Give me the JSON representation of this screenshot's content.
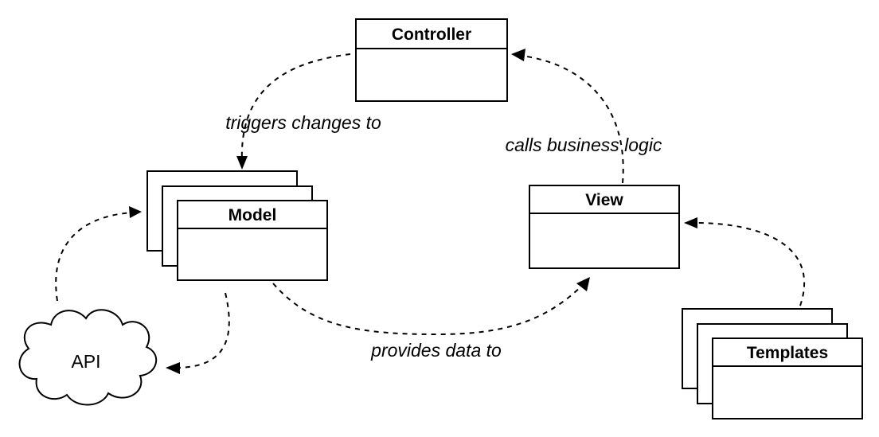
{
  "nodes": {
    "controller": {
      "title": "Controller"
    },
    "model": {
      "title": "Model"
    },
    "view": {
      "title": "View"
    },
    "templates": {
      "title": "Templates"
    },
    "api": {
      "title": "API"
    }
  },
  "edges": {
    "controller_to_model": {
      "label": "triggers changes to"
    },
    "view_to_controller": {
      "label": "calls business logic"
    },
    "model_to_view": {
      "label": "provides data to"
    }
  },
  "colors": {
    "stroke": "#000000",
    "fill": "#ffffff",
    "background": "#ffffff"
  }
}
